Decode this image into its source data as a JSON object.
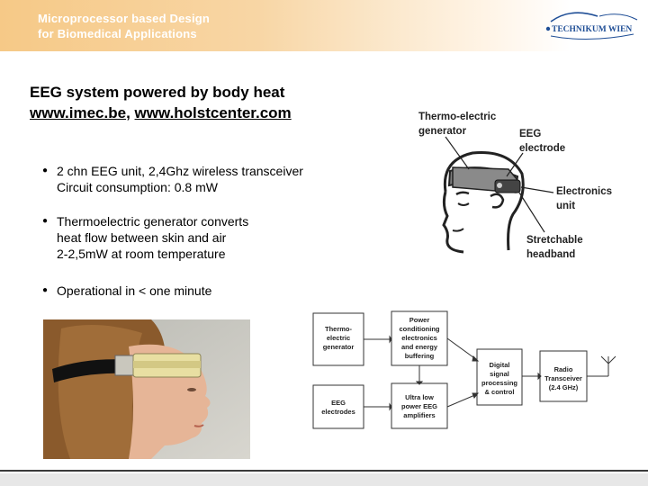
{
  "header": {
    "title_line1": "Microprocessor based Design",
    "title_line2": "for Biomedical Applications",
    "logo_text": "TECHNIKUM WIEN",
    "colors": {
      "header_orange": "#f6c987",
      "header_fade": "#ffffff"
    }
  },
  "slide": {
    "title": "EEG system powered by body heat",
    "link1": "www.imec.be",
    "separator": ", ",
    "link2": "www.holstcenter.com"
  },
  "bullets": [
    {
      "lines": [
        "2 chn EEG unit, 2,4Ghz wireless transceiver",
        "Circuit consumption: 0.8 mW"
      ]
    },
    {
      "lines": [
        "Thermoelectric generator converts",
        "heat flow between skin and air",
        "2-2,5mW at room temperature"
      ]
    },
    {
      "lines": [
        "Operational in < one minute"
      ]
    }
  ],
  "head_diagram": {
    "label_teg_1": "Thermo-electric",
    "label_teg_2": "generator",
    "label_eeg_1": "EEG",
    "label_eeg_2": "electrode",
    "label_elec_1": "Electronics",
    "label_elec_2": "unit",
    "label_band_1": "Stretchable",
    "label_band_2": "headband"
  },
  "block_diagram": {
    "teg": [
      "Thermo-",
      "electric",
      "generator"
    ],
    "power": [
      "Power",
      "conditioning",
      "electronics",
      "and energy",
      "buffering"
    ],
    "eeg": [
      "EEG",
      "electrodes"
    ],
    "amp": [
      "Ultra low",
      "power EEG",
      "amplifiers"
    ],
    "dsp": [
      "Digital",
      "signal",
      "processing",
      "& control"
    ],
    "radio": [
      "Radio",
      "Transceiver",
      "(2.4 GHz)"
    ]
  }
}
